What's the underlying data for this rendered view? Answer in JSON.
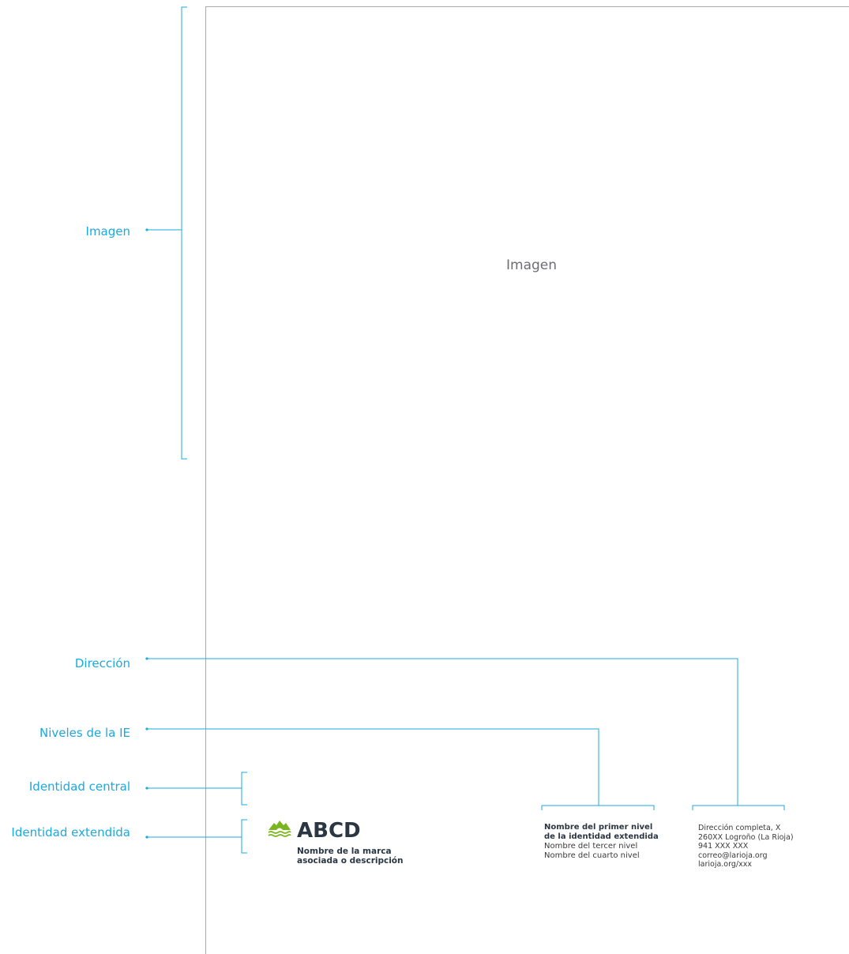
{
  "annotations": {
    "imagen": "Imagen",
    "direccion": "Dirección",
    "niveles": "Niveles de la IE",
    "identidad_central": "Identidad central",
    "identidad_extendida": "Identidad extendida"
  },
  "page": {
    "image_caption": "Imagen"
  },
  "brand": {
    "acronym": "ABCD",
    "desc_line1": "Nombre de la marca",
    "desc_line2": "asociada o descripción",
    "logo_icon": "mountain-river-icon",
    "colors": {
      "logo_green": "#7ab51d",
      "text": "#2a3642"
    }
  },
  "levels": {
    "first_line1": "Nombre del primer nivel",
    "first_line2": "de la identidad extendida",
    "third": "Nombre del tercer nivel",
    "fourth": "Nombre del cuarto nivel"
  },
  "address": {
    "line1": "Dirección completa, X",
    "line2": "260XX Logroño (La Rioja)",
    "line3": "941 XXX XXX",
    "line4": "correo@larioja.org",
    "line5": "larioja.org/xxx"
  },
  "colors": {
    "annotation": "#1aa9e1",
    "border": "#a7a9ac"
  }
}
